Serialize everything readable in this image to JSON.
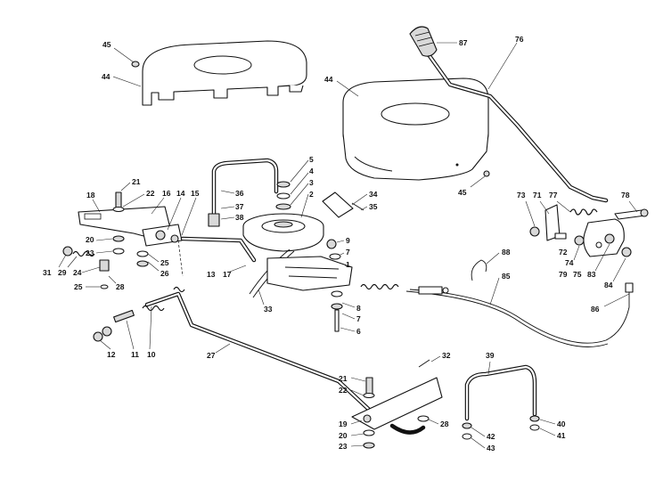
{
  "labels": [
    {
      "id": "45a",
      "text": "45"
    },
    {
      "id": "44a",
      "text": "44"
    },
    {
      "id": "87",
      "text": "87"
    },
    {
      "id": "76",
      "text": "76"
    },
    {
      "id": "44b",
      "text": "44"
    },
    {
      "id": "45b",
      "text": "45"
    },
    {
      "id": "5",
      "text": "5"
    },
    {
      "id": "4",
      "text": "4"
    },
    {
      "id": "3",
      "text": "3"
    },
    {
      "id": "2",
      "text": "2"
    },
    {
      "id": "36",
      "text": "36"
    },
    {
      "id": "37",
      "text": "37"
    },
    {
      "id": "38",
      "text": "38"
    },
    {
      "id": "34",
      "text": "34"
    },
    {
      "id": "35",
      "text": "35"
    },
    {
      "id": "21a",
      "text": "21"
    },
    {
      "id": "22a",
      "text": "22"
    },
    {
      "id": "18",
      "text": "18"
    },
    {
      "id": "16",
      "text": "16"
    },
    {
      "id": "14",
      "text": "14"
    },
    {
      "id": "15",
      "text": "15"
    },
    {
      "id": "20a",
      "text": "20"
    },
    {
      "id": "23a",
      "text": "23"
    },
    {
      "id": "31",
      "text": "31"
    },
    {
      "id": "29",
      "text": "29"
    },
    {
      "id": "24",
      "text": "24"
    },
    {
      "id": "25a",
      "text": "25"
    },
    {
      "id": "26",
      "text": "26"
    },
    {
      "id": "25b",
      "text": "25"
    },
    {
      "id": "28a",
      "text": "28"
    },
    {
      "id": "13",
      "text": "13"
    },
    {
      "id": "17",
      "text": "17"
    },
    {
      "id": "33",
      "text": "33"
    },
    {
      "id": "9",
      "text": "9"
    },
    {
      "id": "7a",
      "text": "7"
    },
    {
      "id": "1",
      "text": "1"
    },
    {
      "id": "8",
      "text": "8"
    },
    {
      "id": "7b",
      "text": "7"
    },
    {
      "id": "6",
      "text": "6"
    },
    {
      "id": "73",
      "text": "73"
    },
    {
      "id": "71",
      "text": "71"
    },
    {
      "id": "77",
      "text": "77"
    },
    {
      "id": "78",
      "text": "78"
    },
    {
      "id": "72",
      "text": "72"
    },
    {
      "id": "74",
      "text": "74"
    },
    {
      "id": "79",
      "text": "79"
    },
    {
      "id": "75",
      "text": "75"
    },
    {
      "id": "83",
      "text": "83"
    },
    {
      "id": "84",
      "text": "84"
    },
    {
      "id": "88",
      "text": "88"
    },
    {
      "id": "85",
      "text": "85"
    },
    {
      "id": "86",
      "text": "86"
    },
    {
      "id": "12",
      "text": "12"
    },
    {
      "id": "11",
      "text": "11"
    },
    {
      "id": "10",
      "text": "10"
    },
    {
      "id": "27",
      "text": "27"
    },
    {
      "id": "32",
      "text": "32"
    },
    {
      "id": "39",
      "text": "39"
    },
    {
      "id": "21b",
      "text": "21"
    },
    {
      "id": "22b",
      "text": "22"
    },
    {
      "id": "19",
      "text": "19"
    },
    {
      "id": "20b",
      "text": "20"
    },
    {
      "id": "23b",
      "text": "23"
    },
    {
      "id": "28b",
      "text": "28"
    },
    {
      "id": "42",
      "text": "42"
    },
    {
      "id": "43",
      "text": "43"
    },
    {
      "id": "40",
      "text": "40"
    },
    {
      "id": "41",
      "text": "41"
    }
  ]
}
